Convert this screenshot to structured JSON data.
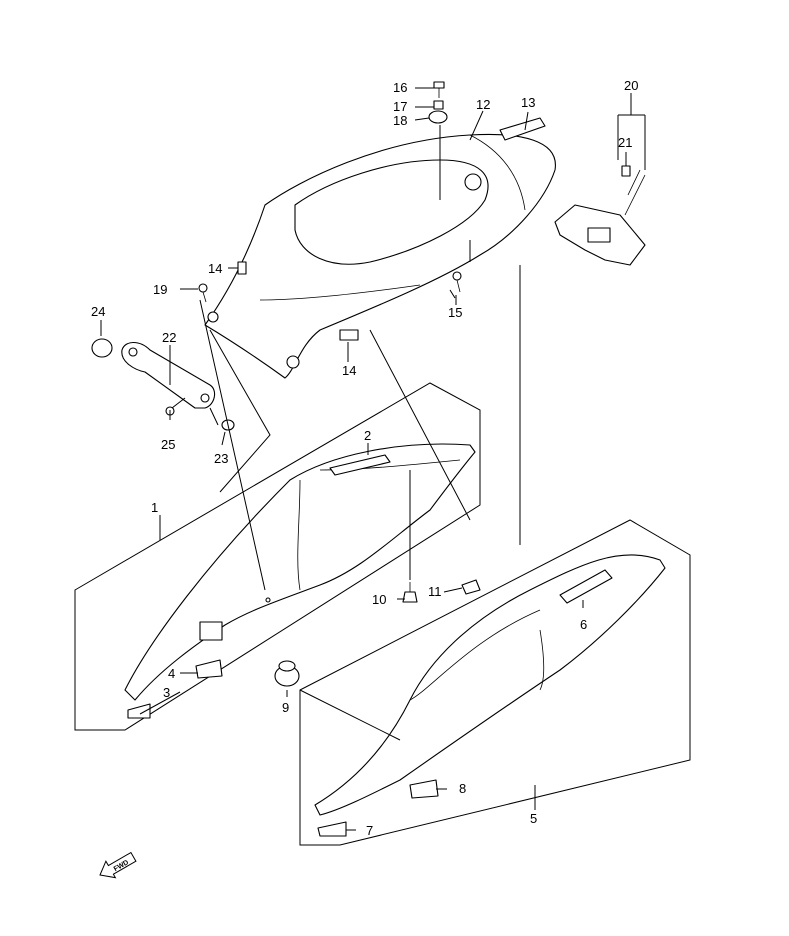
{
  "callouts": [
    {
      "id": "c1",
      "num": "1"
    },
    {
      "id": "c2",
      "num": "2"
    },
    {
      "id": "c3",
      "num": "3"
    },
    {
      "id": "c4",
      "num": "4"
    },
    {
      "id": "c5",
      "num": "5"
    },
    {
      "id": "c6",
      "num": "6"
    },
    {
      "id": "c7",
      "num": "7"
    },
    {
      "id": "c8",
      "num": "8"
    },
    {
      "id": "c9",
      "num": "9"
    },
    {
      "id": "c10",
      "num": "10"
    },
    {
      "id": "c11",
      "num": "11"
    },
    {
      "id": "c12",
      "num": "12"
    },
    {
      "id": "c13",
      "num": "13"
    },
    {
      "id": "c14a",
      "num": "14"
    },
    {
      "id": "c14b",
      "num": "14"
    },
    {
      "id": "c15",
      "num": "15"
    },
    {
      "id": "c16",
      "num": "16"
    },
    {
      "id": "c17",
      "num": "17"
    },
    {
      "id": "c18",
      "num": "18"
    },
    {
      "id": "c19",
      "num": "19"
    },
    {
      "id": "c20",
      "num": "20"
    },
    {
      "id": "c21",
      "num": "21"
    },
    {
      "id": "c22",
      "num": "22"
    },
    {
      "id": "c23",
      "num": "23"
    },
    {
      "id": "c24",
      "num": "24"
    },
    {
      "id": "c25",
      "num": "25"
    }
  ],
  "fwd_label": "FWD"
}
